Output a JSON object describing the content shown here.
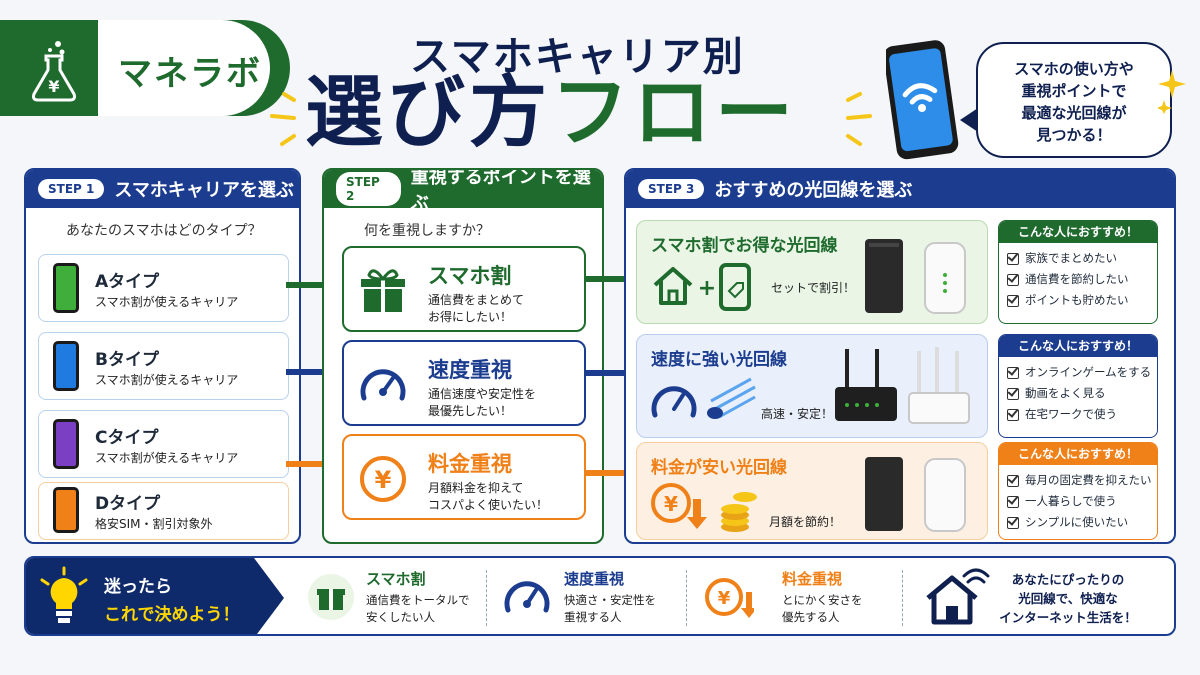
{
  "brand": {
    "name": "マネラボ",
    "flask_symbol": "¥"
  },
  "title": {
    "sub": "スマホキャリア別",
    "main_navy": "選び方",
    "main_green": "フロー"
  },
  "bubble": {
    "lines": [
      "スマホの使い方や",
      "重視ポイントで",
      "最適な光回線が",
      "見つかる！"
    ]
  },
  "step1": {
    "pill": "STEP 1",
    "title": "スマホキャリアを選ぶ",
    "question": "あなたのスマホはどのタイプ？",
    "types": [
      {
        "name": "Aタイプ",
        "desc": "スマホ割が使えるキャリア",
        "color": "#3fae3a",
        "border": "#b9d2ee"
      },
      {
        "name": "Bタイプ",
        "desc": "スマホ割が使えるキャリア",
        "color": "#1f7be0",
        "border": "#b9d2ee"
      },
      {
        "name": "Cタイプ",
        "desc": "スマホ割が使えるキャリア",
        "color": "#7a3fc2",
        "border": "#b9d2ee"
      },
      {
        "name": "Dタイプ",
        "desc": "格安SIM・割引対象外",
        "color": "#f08018",
        "border": "#f5cf9c"
      }
    ]
  },
  "step2": {
    "pill": "STEP 2",
    "title": "重視するポイントを選ぶ",
    "question": "何を重視しますか？",
    "items": [
      {
        "name": "スマホ割",
        "desc1": "通信費をまとめて",
        "desc2": "お得にしたい！",
        "color": "#1f6b2e",
        "icon": "gift-icon"
      },
      {
        "name": "速度重視",
        "desc1": "通信速度や安定性を",
        "desc2": "最優先したい！",
        "color": "#1c3d8f",
        "icon": "speedometer-icon"
      },
      {
        "name": "料金重視",
        "desc1": "月額料金を抑えて",
        "desc2": "コスパよく使いたい！",
        "color": "#f08018",
        "icon": "yen-coin-icon"
      }
    ]
  },
  "step3": {
    "pill": "STEP 3",
    "title": "おすすめの光回線を選ぶ",
    "lines": [
      {
        "name": "スマホ割でお得な光回線",
        "note": "セットで割引！",
        "color": "#1f6b2e",
        "bg": "#eaf5e6"
      },
      {
        "name": "速度に強い光回線",
        "note": "高速・安定！",
        "color": "#1c3d8f",
        "bg": "#e9f0fb"
      },
      {
        "name": "料金が安い光回線",
        "note": "月額を節約！",
        "color": "#f08018",
        "bg": "#fdf0e2"
      }
    ],
    "recommend": [
      {
        "head": "こんな人におすすめ！",
        "color": "#1f6b2e",
        "items": [
          "家族でまとめたい",
          "通信費を節約したい",
          "ポイントも貯めたい"
        ]
      },
      {
        "head": "こんな人におすすめ！",
        "color": "#1c3d8f",
        "items": [
          "オンラインゲームをする",
          "動画をよく見る",
          "在宅ワークで使う"
        ]
      },
      {
        "head": "こんな人におすすめ！",
        "color": "#f08018",
        "items": [
          "毎月の固定費を抑えたい",
          "一人暮らしで使う",
          "シンプルに使いたい"
        ]
      }
    ]
  },
  "bottom": {
    "line1": "迷ったら",
    "line2": "これで決めよう！",
    "sections": [
      {
        "name": "スマホ割",
        "desc1": "通信費をトータルで",
        "desc2": "安くしたい人",
        "color": "#1f6b2e"
      },
      {
        "name": "速度重視",
        "desc1": "快適さ・安定性を",
        "desc2": "重視する人",
        "color": "#1c3d8f"
      },
      {
        "name": "料金重視",
        "desc1": "とにかく安さを",
        "desc2": "優先する人",
        "color": "#f08018"
      }
    ],
    "final": [
      "あなたにぴったりの",
      "光回線で、快適な",
      "インターネット生活を！"
    ]
  },
  "colors": {
    "navy": "#0f2050",
    "blue": "#1c3d8f",
    "green": "#1f6b2e",
    "orange": "#f08018"
  }
}
